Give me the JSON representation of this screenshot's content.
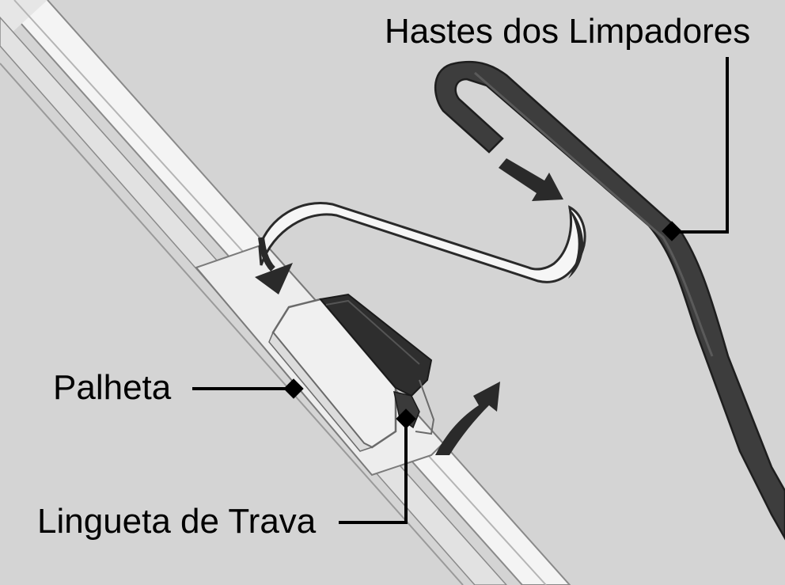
{
  "labels": {
    "wiper_arm": "Hastes dos Limpadores",
    "wiper_blade": "Palheta",
    "lock_tab": "Lingueta de Trava"
  },
  "colors": {
    "background": "#d4d4d4",
    "arm": "#3a3a3a",
    "blade_body": "#ececec",
    "outline": "#5a5a5a",
    "arrow": "#2b2b2b",
    "leader": "#000000"
  },
  "icons": [
    "curved-arrow-icon",
    "push-arrow-icon",
    "lift-arrow-icon"
  ]
}
